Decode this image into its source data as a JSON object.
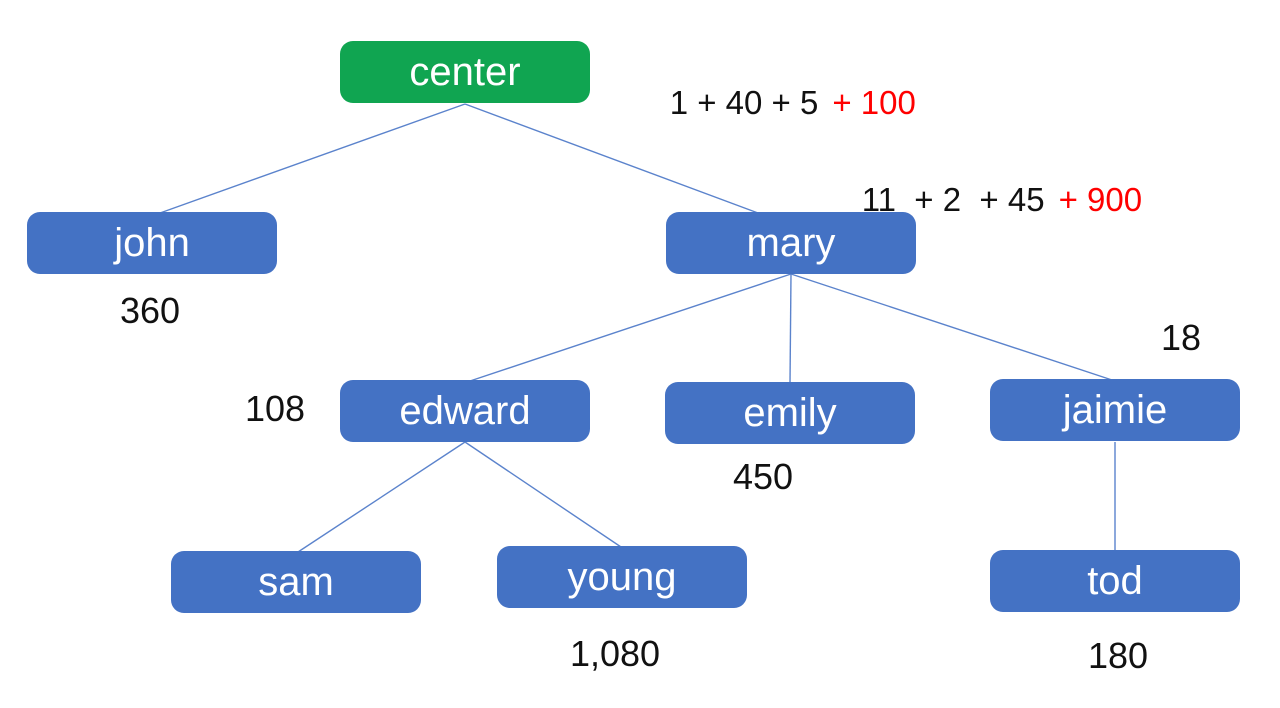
{
  "diagram": {
    "kind": "tree",
    "colors": {
      "root_node_fill": "#10a551",
      "node_fill": "#4472c4",
      "node_text": "#ffffff",
      "edge_stroke": "#5b83cc",
      "label_text": "#111111",
      "highlight_text": "#ff0000"
    },
    "nodes": {
      "center": {
        "label": "center"
      },
      "john": {
        "label": "john",
        "value": "360"
      },
      "mary": {
        "label": "mary"
      },
      "edward": {
        "label": "edward",
        "value": "108"
      },
      "emily": {
        "label": "emily",
        "value": "450"
      },
      "jaimie": {
        "label": "jaimie",
        "value": "18"
      },
      "sam": {
        "label": "sam"
      },
      "young": {
        "label": "young",
        "value": "1,080"
      },
      "tod": {
        "label": "tod",
        "value": "180"
      }
    },
    "edges": [
      {
        "from": "center",
        "to": "john"
      },
      {
        "from": "center",
        "to": "mary"
      },
      {
        "from": "mary",
        "to": "edward"
      },
      {
        "from": "mary",
        "to": "emily"
      },
      {
        "from": "mary",
        "to": "jaimie"
      },
      {
        "from": "edward",
        "to": "sam"
      },
      {
        "from": "edward",
        "to": "young"
      },
      {
        "from": "jaimie",
        "to": "tod"
      }
    ],
    "annotations": {
      "center_sum": {
        "black": "1 + 40 + 5",
        "red": "+ 100"
      },
      "mary_sum": {
        "black": "11  + 2  + 45",
        "red": "+ 900"
      }
    }
  }
}
